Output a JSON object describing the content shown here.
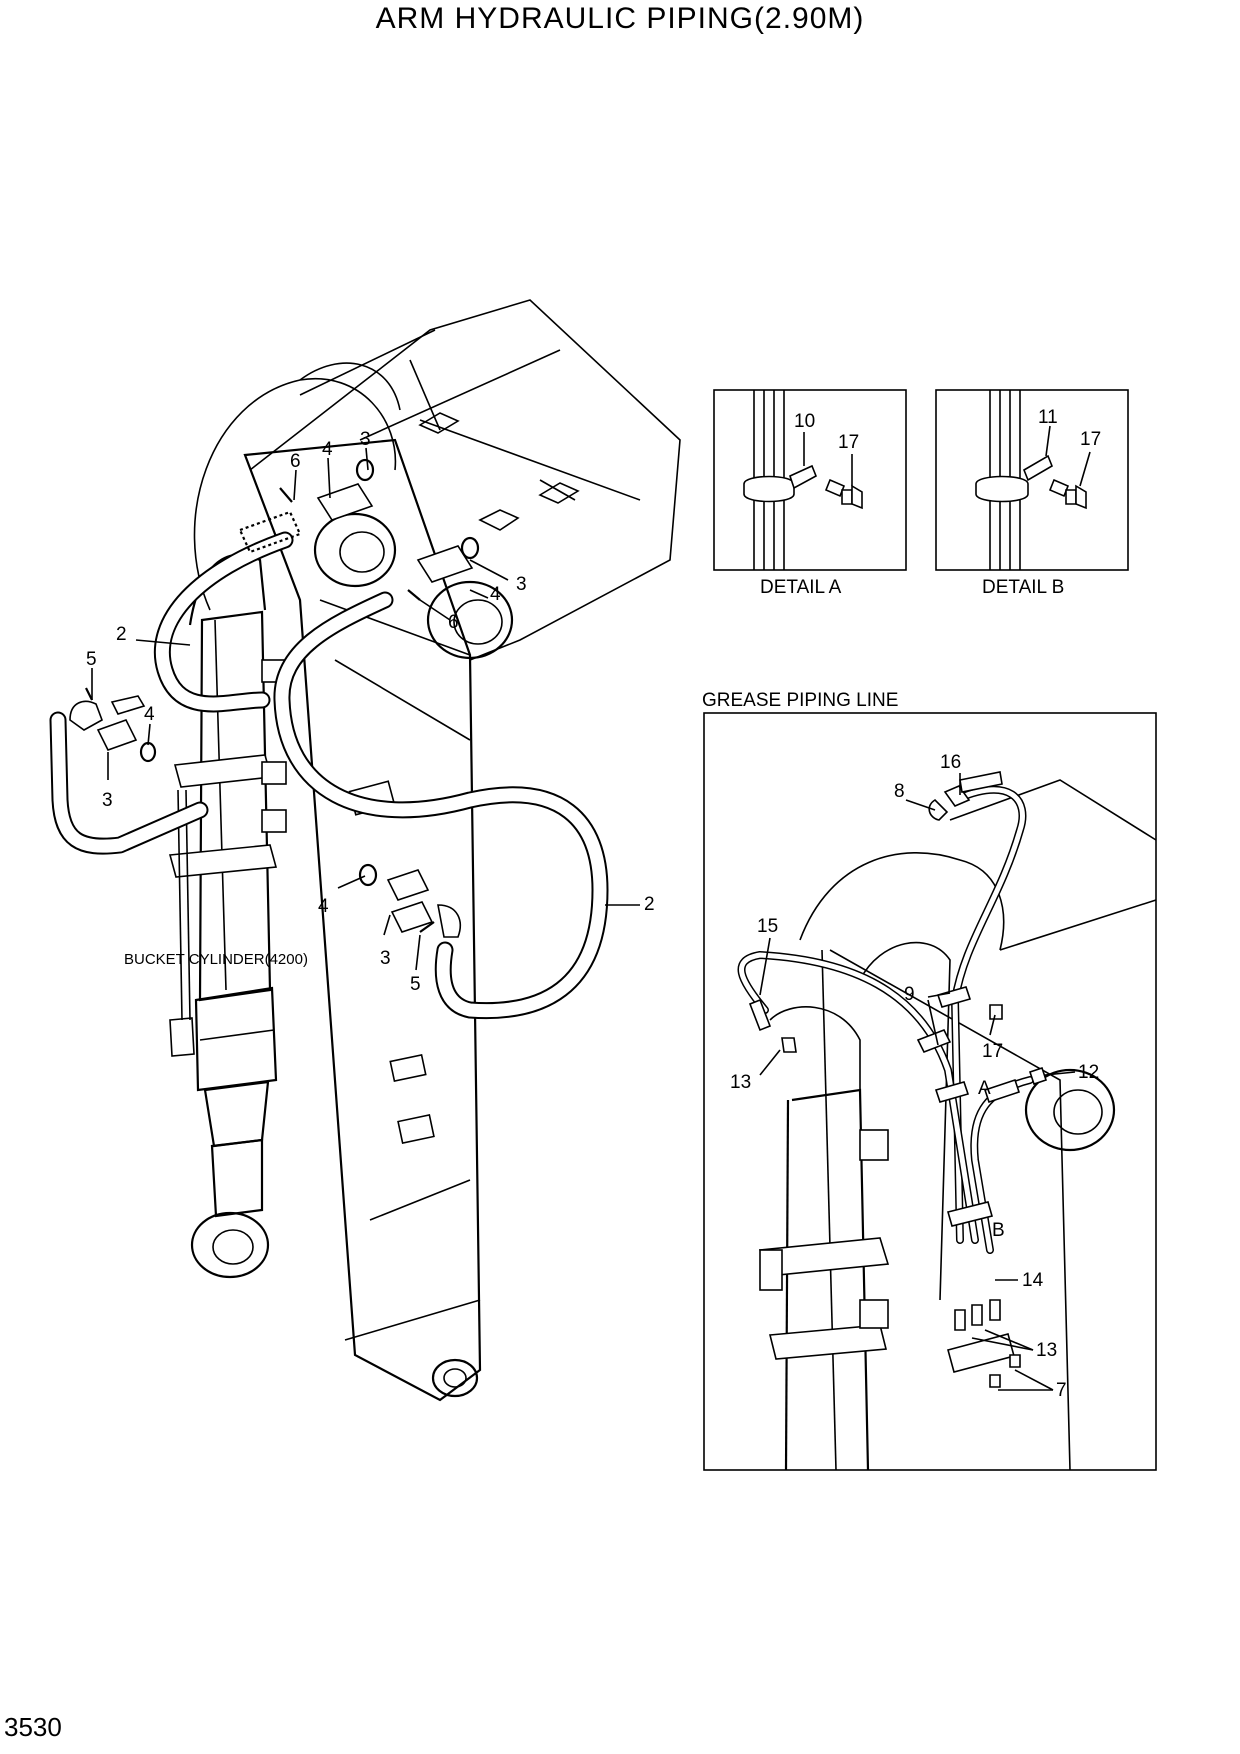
{
  "title": "ARM HYDRAULIC PIPING(2.90M)",
  "page_number": "3530",
  "component_label": "BUCKET CYLINDER(4200)",
  "details": {
    "a": {
      "caption": "DETAIL A",
      "callouts": [
        "10",
        "17"
      ]
    },
    "b": {
      "caption": "DETAIL B",
      "callouts": [
        "11",
        "17"
      ]
    }
  },
  "grease": {
    "caption": "GREASE PIPING LINE",
    "callouts": [
      "16",
      "8",
      "15",
      "9",
      "17",
      "12",
      "13",
      "A",
      "B",
      "14",
      "13",
      "7"
    ]
  },
  "main_callouts": [
    "3",
    "4",
    "6",
    "3",
    "4",
    "6",
    "2",
    "5",
    "4",
    "3",
    "4",
    "3",
    "5",
    "2"
  ]
}
